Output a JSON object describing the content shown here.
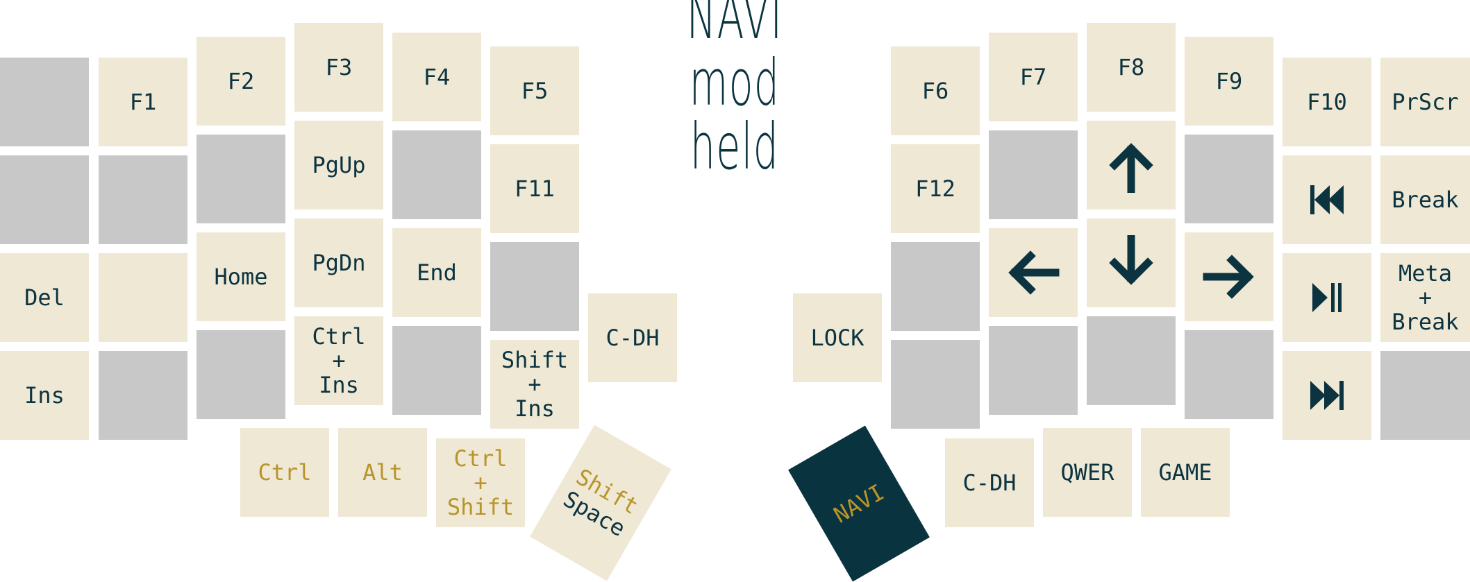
{
  "title": {
    "line1": "NAVI",
    "line2": "mod held"
  },
  "colors": {
    "key": "#efe8d5",
    "empty": "#c8c8c8",
    "text": "#0b3340",
    "modifier": "#b8942a",
    "active_layer": "#0a3340"
  },
  "left": {
    "f1": "F1",
    "f2": "F2",
    "f3": "F3",
    "f4": "F4",
    "f5": "F5",
    "f11": "F11",
    "pgup": "PgUp",
    "pgdn": "PgDn",
    "home": "Home",
    "end": "End",
    "del": "Del",
    "ins": "Ins",
    "ctrl_ins": "Ctrl\n+\nIns",
    "shift_ins": "Shift\n+\nIns",
    "cdh": "C-DH",
    "ctrl": "Ctrl",
    "alt": "Alt",
    "ctrl_shift": "Ctrl\n+\nShift",
    "thumb_shift": "Shift",
    "thumb_space": "Space"
  },
  "right": {
    "f6": "F6",
    "f7": "F7",
    "f8": "F8",
    "f9": "F9",
    "f10": "F10",
    "f12": "F12",
    "prscr": "PrScr",
    "break": "Break",
    "meta_break": "Meta\n+\nBreak",
    "lock": "LOCK",
    "navi": "NAVI",
    "cdh": "C-DH",
    "qwer": "QWER",
    "game": "GAME",
    "icons": [
      "arrow-up-icon",
      "arrow-left-icon",
      "arrow-down-icon",
      "arrow-right-icon",
      "previous-track-icon",
      "play-pause-icon",
      "next-track-icon"
    ]
  }
}
